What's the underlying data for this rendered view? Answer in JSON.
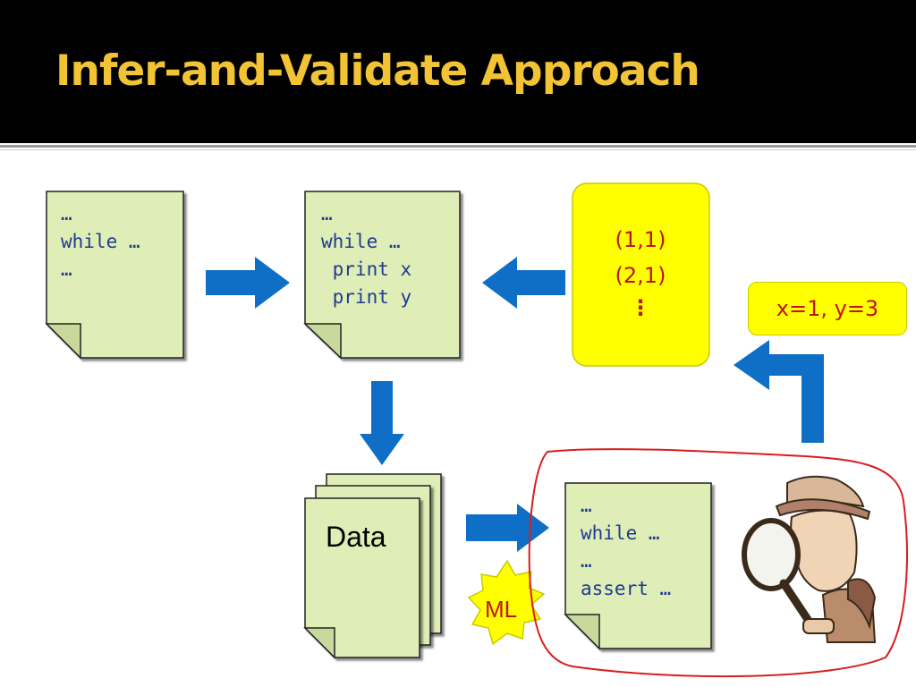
{
  "title": "Infer-and-Validate Approach",
  "program_original": {
    "lines": [
      "…",
      "while …",
      "…"
    ]
  },
  "program_instrumented": {
    "lines": [
      "…",
      "while …",
      " print x",
      " print y"
    ]
  },
  "trace": {
    "rows": [
      "(1,1)",
      "(2,1)",
      "⋮"
    ]
  },
  "data_label": "Data",
  "ml_label": "ML",
  "program_asserted": {
    "lines": [
      "…",
      "while …",
      "…",
      "assert …"
    ]
  },
  "result": "x=1, y=3",
  "icons": [
    "arrow-right-icon",
    "arrow-left-icon",
    "arrow-down-icon",
    "detective-icon",
    "starburst-icon"
  ],
  "colors": {
    "note_fill": "#dfeeb6",
    "arrow": "#0f6fc6",
    "highlight": "#ffff00",
    "title": "#f2c335",
    "accent_red": "#c0141c"
  }
}
